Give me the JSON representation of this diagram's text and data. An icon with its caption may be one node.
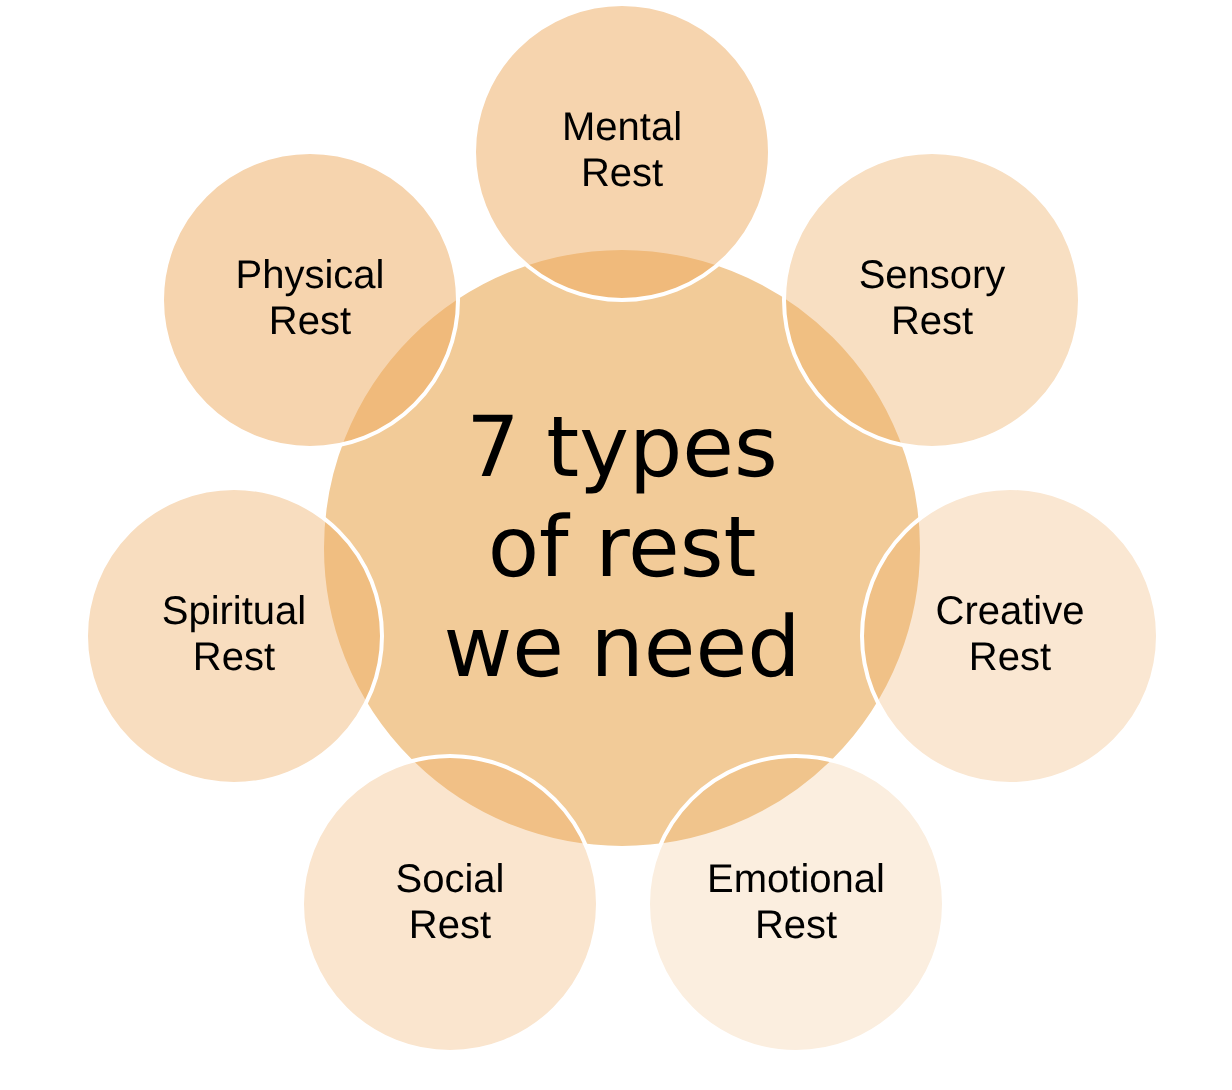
{
  "diagram": {
    "nodes": [
      {
        "text": [
          "7 types of rest we need"
        ]
      },
      {
        "text": [
          "Mental Rest"
        ]
      },
      {
        "text": [
          "Sensory Rest"
        ]
      },
      {
        "text": [
          "Creative Rest"
        ]
      },
      {
        "text": [
          "Emotional Rest"
        ]
      },
      {
        "text": [
          "Social Rest"
        ]
      },
      {
        "text": [
          "Spiritual Rest"
        ]
      },
      {
        "text": [
          "Physical Rest"
        ]
      }
    ]
  }
}
